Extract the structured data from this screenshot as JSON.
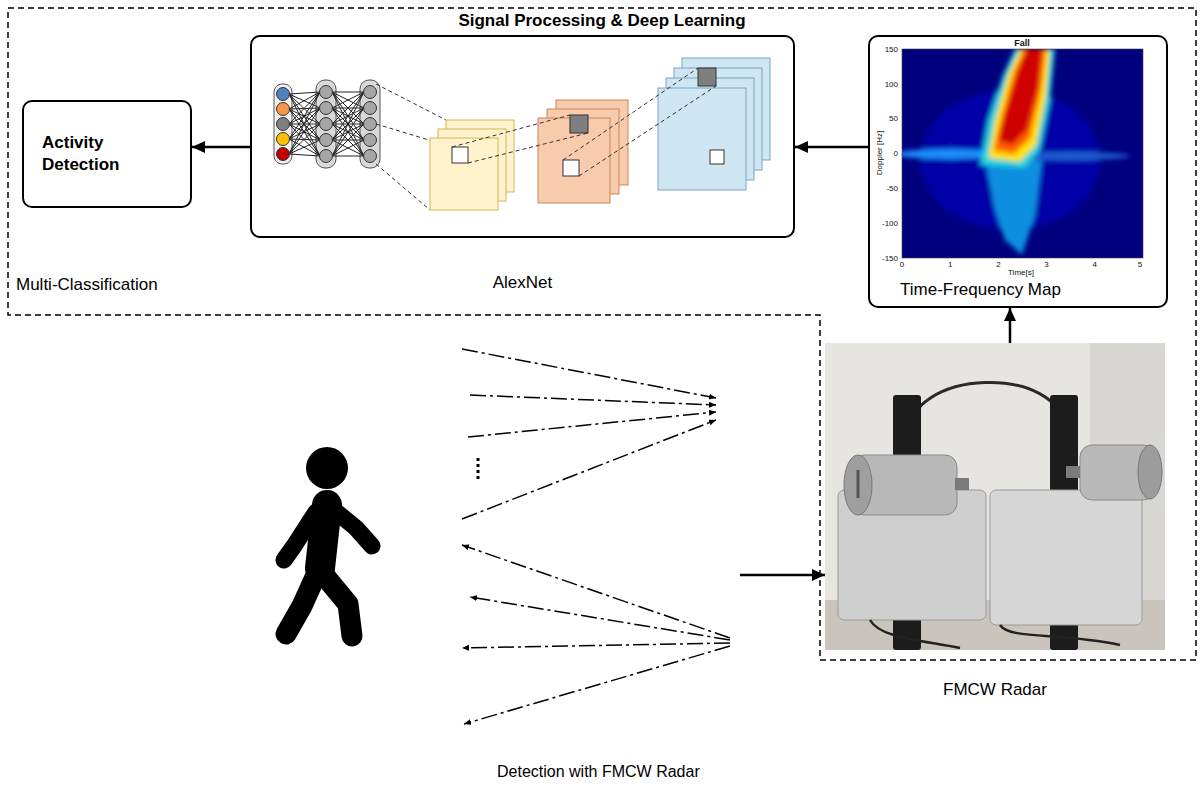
{
  "diagram": {
    "nodes": [
      {
        "text": [
          "Signal Processing & Deep Learning"
        ]
      },
      {
        "text": [
          "Activity Detection",
          "Multi-Classification"
        ],
        "in": 0
      },
      {
        "text": [
          "AlexNet"
        ],
        "in": 0
      },
      {
        "text": [
          "Time-Frequency Map"
        ],
        "in": 0
      },
      {
        "text": [
          "FMCW Radar"
        ],
        "in": 0
      },
      {
        "text": [
          "Detection with FMCW Radar"
        ]
      }
    ],
    "edges": [
      {
        "from": 2,
        "to": 1,
        "arrow": "to"
      },
      {
        "from": 3,
        "to": 2,
        "arrow": "to"
      },
      {
        "from": 4,
        "to": 3,
        "arrow": "to"
      },
      {
        "from": 5,
        "to": 4,
        "arrow": "to"
      }
    ],
    "labels": [
      "Fall",
      "Doppler [Hz]",
      "Time[s]",
      "150",
      "100",
      "50",
      "0",
      "-50",
      "-100",
      "-150",
      "0",
      "1",
      "2",
      "3",
      "4",
      "5"
    ]
  }
}
